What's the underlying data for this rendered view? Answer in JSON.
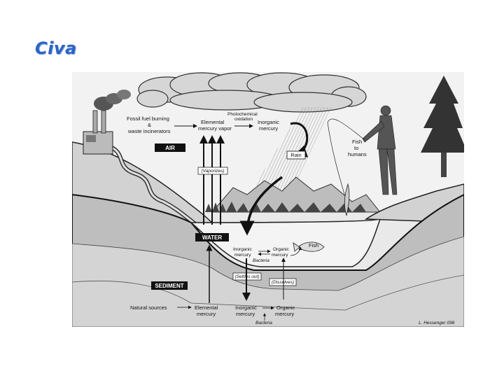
{
  "slide": {
    "title": "Civa"
  },
  "diagram": {
    "zones": {
      "air": "AIR",
      "water": "WATER",
      "sediment": "SEDIMENT"
    },
    "labels": {
      "fossil_line1": "Fossil fuel burning",
      "fossil_line2": "&",
      "fossil_line3": "waste incinerators",
      "elemental_vapor_line1": "Elemental",
      "elemental_vapor_line2": "mercury vapor",
      "photo_line1": "Photochemical",
      "photo_line2": "oxidation",
      "inorganic_air_line1": "Inorganic",
      "inorganic_air_line2": "mercury",
      "rain": "Rain",
      "fish_humans_line1": "Fish",
      "fish_humans_line2": "to",
      "fish_humans_line3": "humans",
      "vaporizes": "(Vaporizes)",
      "inorganic_water_line1": "Inorganic",
      "inorganic_water_line2": "mercury",
      "organic_water_line1": "Organic",
      "organic_water_line2": "mercury",
      "bacteria_water": "Bacteria",
      "fish": "Fish",
      "settles_out": "(Settles out)",
      "dissolves": "(Dissolves)",
      "natural_sources": "Natural sources",
      "elemental_sed_line1": "Elemental",
      "elemental_sed_line2": "mercury",
      "inorganic_sed_line1": "Inorganic",
      "inorganic_sed_line2": "mercury",
      "organic_sed_line1": "Organic",
      "organic_sed_line2": "mercury",
      "bacteria_sed": "Bacteria",
      "credit": "L. Hessenger 096"
    }
  }
}
